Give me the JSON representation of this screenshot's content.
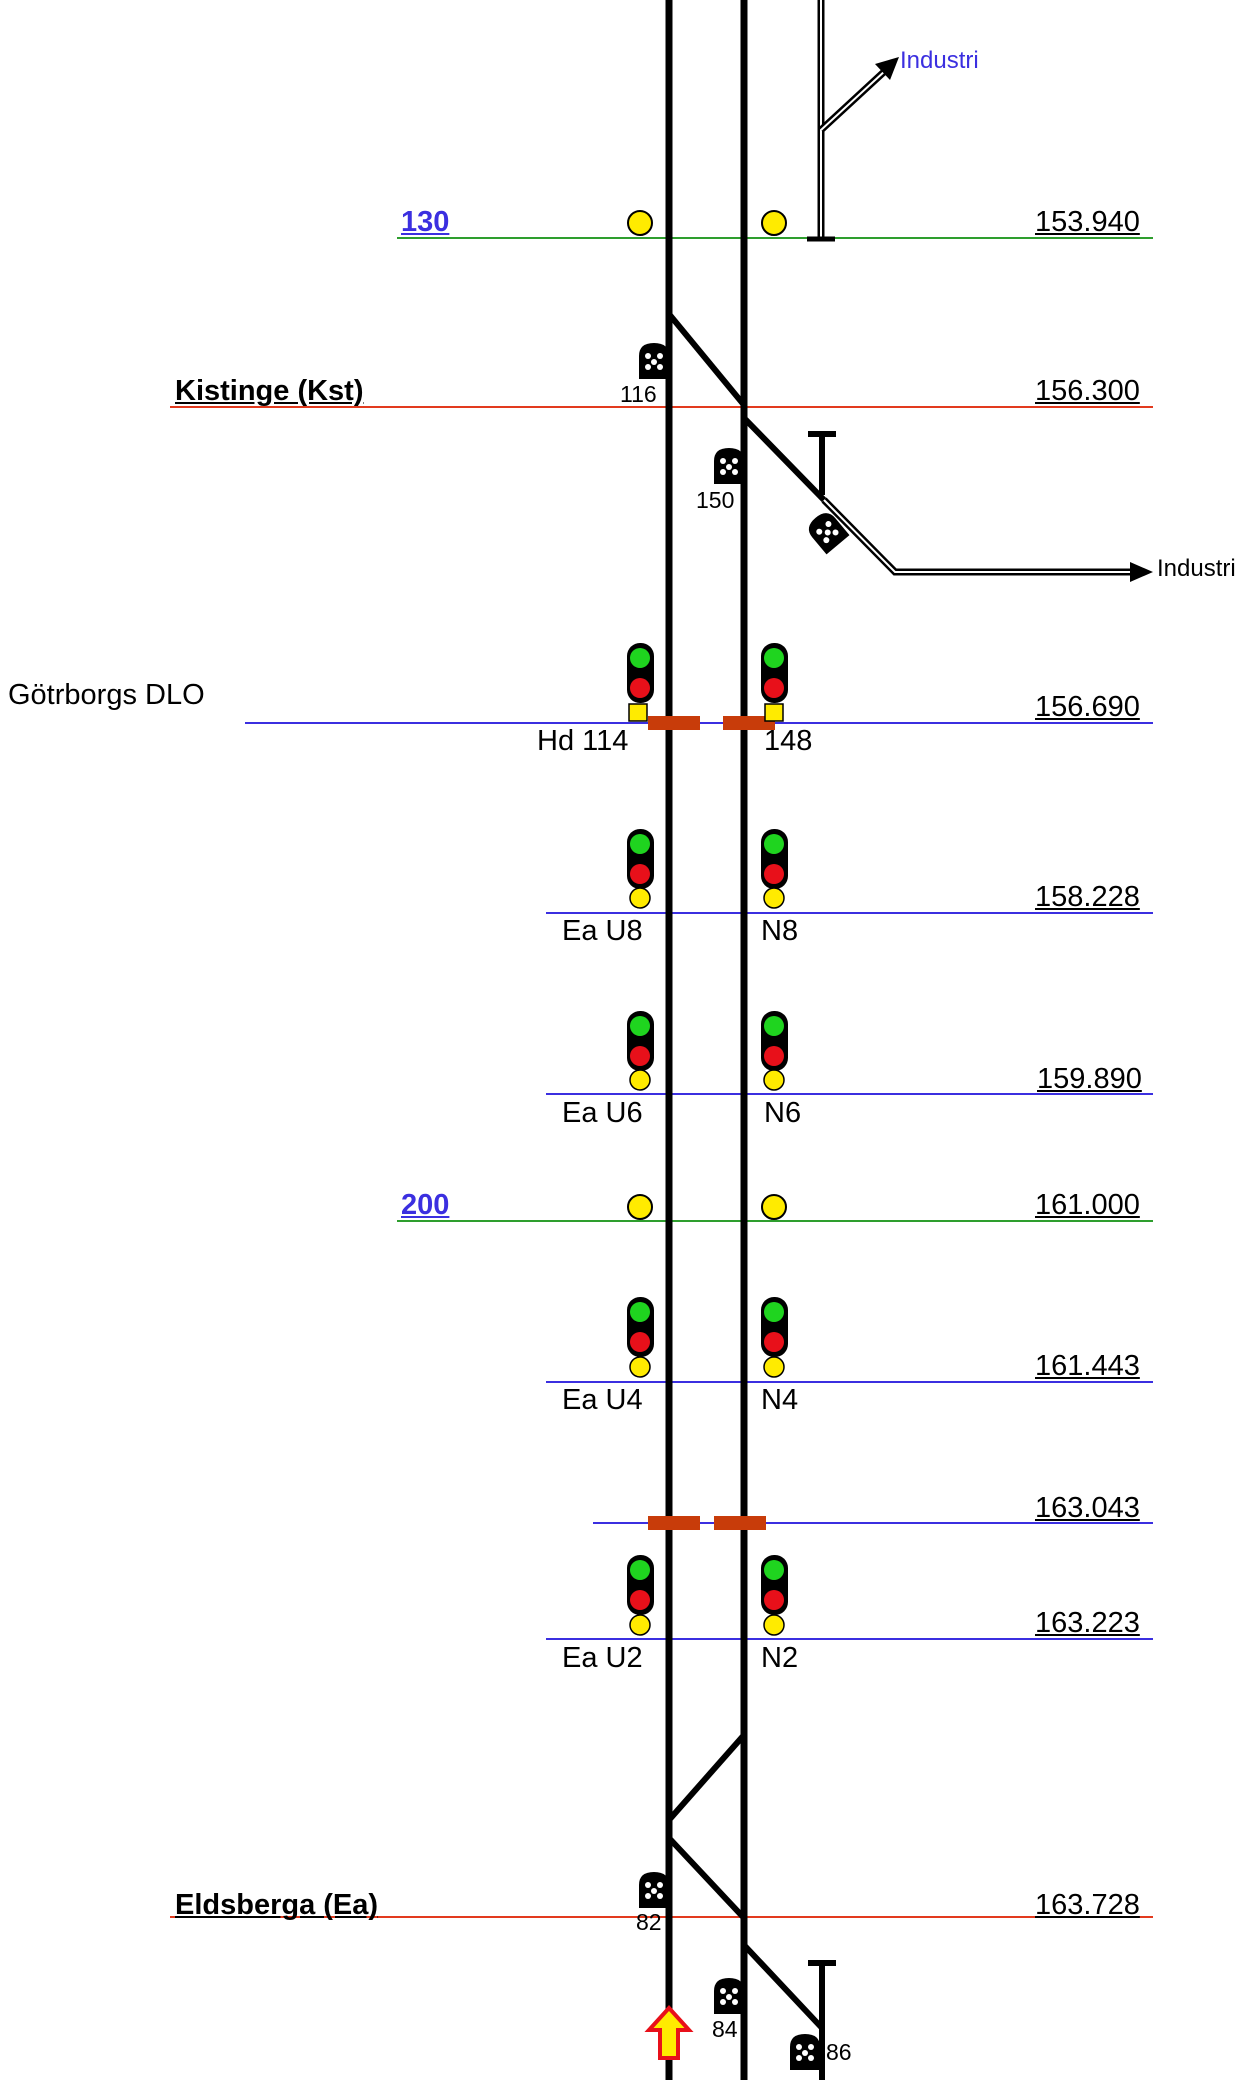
{
  "speed_boards": [
    {
      "id": "s130",
      "label": "130",
      "km": "153.940"
    },
    {
      "id": "s200",
      "label": "200",
      "km": "161.000"
    }
  ],
  "stations": [
    {
      "id": "kst",
      "label": "Kistinge  (Kst)",
      "km": "156.300",
      "left_signal": "116",
      "right_signal": "150"
    },
    {
      "id": "ea",
      "label": "Eldsberga  (Ea)",
      "km": "163.728",
      "left_signal": "82",
      "right_signal": "84",
      "extra_signal": "86"
    }
  ],
  "boundary": {
    "label": "Götrborgs DLO",
    "km": "156.690",
    "left_signal": "Hd 114",
    "right_signal": "148"
  },
  "signals": [
    {
      "id": "u8",
      "left": "Ea U8",
      "right": "N8",
      "km": "158.228"
    },
    {
      "id": "u6",
      "left": "Ea U6",
      "right": "N6",
      "km": "159.890"
    },
    {
      "id": "u4",
      "left": "Ea U4",
      "right": "N4",
      "km": "161.443"
    },
    {
      "id": "u2",
      "left": "Ea U2",
      "right": "N2",
      "km": "163.223"
    }
  ],
  "balise_km": "163.043",
  "industri_top": "Industri",
  "industri_right": "Industri",
  "colors": {
    "track": "#000000",
    "speed_line": "#2e9e2e",
    "station_line": "#e23a1e",
    "km_line": "#3b2fe0",
    "green": "#1fd41f",
    "red": "#e8101a",
    "yellow": "#ffeb00",
    "balise": "#c83c0a"
  },
  "icons": [
    "signal-lamp-icon",
    "dwarf-signal-icon",
    "buffer-stop-icon",
    "arrow-icon",
    "balise-icon",
    "train-direction-arrow-icon"
  ]
}
